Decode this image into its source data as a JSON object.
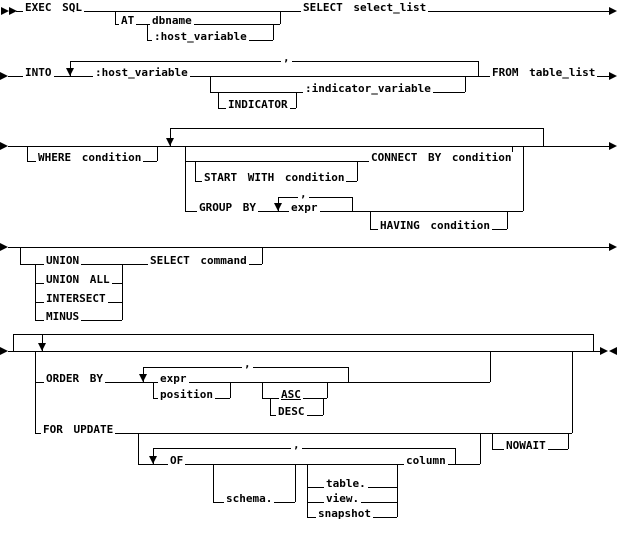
{
  "row1": {
    "exec_sql": "EXEC SQL",
    "at": "AT",
    "dbname": "dbname",
    "host_variable": ":host_variable",
    "select_select_list": "SELECT select_list"
  },
  "row2": {
    "into": "INTO",
    "host_variable": ":host_variable",
    "loop_separator": ",",
    "indicator": "INDICATOR",
    "indicator_variable": ":indicator_variable",
    "from_table_list": "FROM table_list"
  },
  "row3": {
    "where_condition": "WHERE condition",
    "start_with_condition": "START WITH condition",
    "connect_by_condition": "CONNECT BY condition",
    "group_by": "GROUP BY",
    "loop_separator": ",",
    "expr": "expr",
    "having_condition": "HAVING condition"
  },
  "row4": {
    "union": "UNION",
    "union_all": "UNION ALL",
    "intersect": "INTERSECT",
    "minus": "MINUS",
    "select_command": "SELECT command"
  },
  "row5": {
    "order_by": "ORDER BY",
    "loop_separator": ",",
    "expr": "expr",
    "position": "position",
    "asc": "ASC",
    "desc": "DESC",
    "for_update": "FOR UPDATE",
    "of": "OF",
    "of_loop_separator": ",",
    "schema": "schema.",
    "table": "table.",
    "view": "view.",
    "snapshot": "snapshot",
    "column": "column",
    "nowait": "NOWAIT"
  }
}
